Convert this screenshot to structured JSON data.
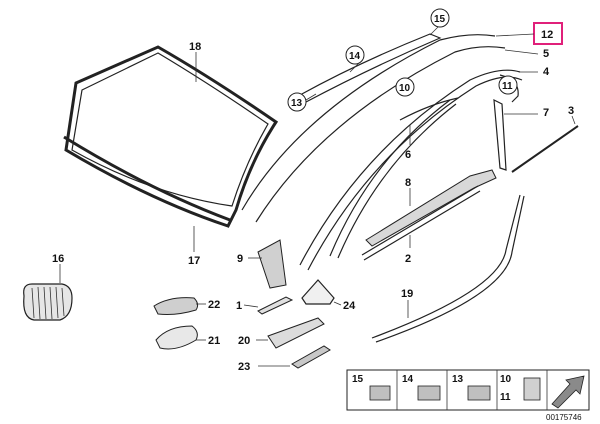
{
  "colors": {
    "highlight": "#e0207a",
    "ink": "#222222",
    "shade": "#bfbfbf",
    "background": "#ffffff"
  },
  "labels": {
    "c15": "15",
    "c14": "14",
    "c13": "13",
    "c10": "10",
    "c11": "11",
    "p12": "12",
    "p18": "18",
    "p5": "5",
    "p4": "4",
    "p7": "7",
    "p3": "3",
    "p6": "6",
    "p8": "8",
    "p2": "2",
    "p16": "16",
    "p17": "17",
    "p9": "9",
    "p1": "1",
    "p24": "24",
    "p22": "22",
    "p21": "21",
    "p19": "19",
    "p20": "20",
    "p23": "23"
  },
  "legend": {
    "n15": "15",
    "n14": "14",
    "n13": "13",
    "n10": "10",
    "n11": "11"
  },
  "footer": {
    "code": "00175746"
  }
}
